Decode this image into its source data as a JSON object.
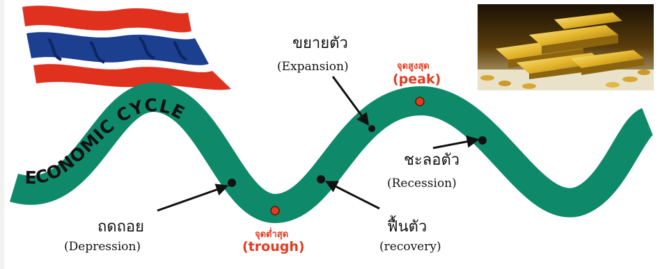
{
  "diagram": {
    "curve_label": "ECONOMIC CYCLE",
    "phases": {
      "expansion": {
        "thai": "ขยายตัว",
        "english": "(Expansion)"
      },
      "peak": {
        "thai": "จุดสูงสุด",
        "english": "(peak)"
      },
      "recession": {
        "thai": "ชะลอตัว",
        "english": "(Recession)"
      },
      "depression": {
        "thai": "ถดถอย",
        "english": "(Depression)"
      },
      "trough": {
        "thai": "จุดต่ำสุด",
        "english": "(trough)"
      },
      "recovery": {
        "thai": "ฟื้นตัว",
        "english": "(recovery)"
      }
    },
    "colors": {
      "curve": "#0e8a6b",
      "accent_red": "#e63a1e",
      "flag_red": "#e0311f",
      "flag_blue": "#1c3f8f",
      "gold": "#e3b52a"
    },
    "images": [
      "thai-flag",
      "gold-bars"
    ]
  }
}
